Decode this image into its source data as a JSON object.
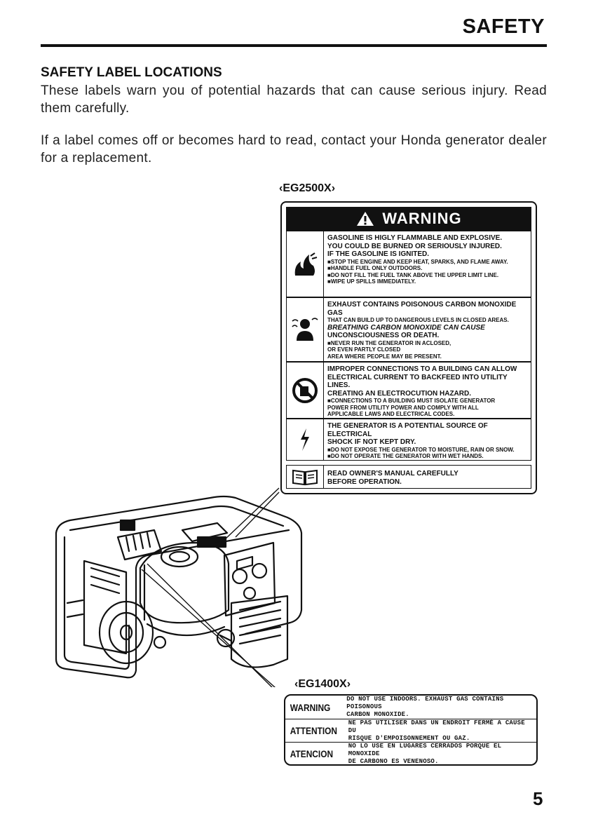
{
  "header": {
    "title": "SAFETY"
  },
  "section": {
    "title": "SAFETY LABEL LOCATIONS",
    "para1": "These labels warn you of potential hazards that can cause serious injury. Read them carefully.",
    "para2": "If a label comes off or becomes hard to read, contact your Honda generator dealer for a replacement."
  },
  "label_eg2500x": {
    "model": "‹EG2500X›",
    "heading": "WARNING",
    "rows": [
      {
        "icon": "flame-icon",
        "lines": [
          "GASOLINE IS HIGLY FLAMMABLE AND EXPLOSIVE.",
          "YOU COULD BE BURNED OR SERIOUSLY INJURED.",
          "IF THE GASOLINE IS IGNITED.",
          "■STOP THE ENGINE AND KEEP HEAT, SPARKS, AND FLAME AWAY.",
          "■HANDLE FUEL ONLY OUTDOORS.",
          "■DO NOT FILL THE FUEL TANK ABOVE THE UPPER LIMIT LINE.",
          "■WIPE UP SPILLS IMMEDIATELY."
        ]
      },
      {
        "icon": "fumes-person-icon",
        "lines": [
          "EXHAUST CONTAINS POISONOUS CARBON MONOXIDE GAS",
          "THAT CAN BUILD UP TO DANGEROUS LEVELS IN CLOSED AREAS.",
          "BREATHING CARBON MONOXIDE CAN CAUSE",
          "UNCONSCIOUSNESS OR DEATH.",
          "■NEVER RUN THE GENERATOR IN ACLOSED,",
          "OR EVEN PARTLY CLOSED",
          "AREA WHERE PEOPLE MAY BE PRESENT."
        ]
      },
      {
        "icon": "no-connection-icon",
        "lines": [
          "IMPROPER CONNECTIONS TO A BUILDING CAN ALLOW",
          "ELECTRICAL CURRENT TO BACKFEED INTO UTILITY LINES.",
          "CREATING AN ELECTROCUTION HAZARD.",
          "■CONNECTIONS TO A BUILDING MUST ISOLATE GENERATOR",
          "POWER FROM UTILITY POWER AND COMPLY WITH ALL",
          "APPLICABLE LAWS AND ELECTRICAL CODES."
        ]
      },
      {
        "icon": "lightning-bolt-icon",
        "lines": [
          "THE GENERATOR IS A POTENTIAL SOURCE OF ELECTRICAL",
          "SHOCK IF NOT KEPT DRY.",
          "■DO NOT EXPOSE THE GENERATOR TO MOISTURE, RAIN OR SNOW.",
          "■DO NOT OPERATE THE GENERATOR WITH WET HANDS."
        ]
      },
      {
        "icon": "owners-manual-icon",
        "lines": [
          "READ OWNER'S MANUAL CAREFULLY",
          "BEFORE OPERATION."
        ]
      }
    ]
  },
  "label_eg1400x": {
    "model": "‹EG1400X›",
    "rows": [
      {
        "head": "WARNING",
        "text1": "DO NOT USE INDOORS. EXHAUST GAS CONTAINS POISONOUS",
        "text2": "CARBON MONOXIDE."
      },
      {
        "head": "ATTENTION",
        "text1": "NE PAS UTILISER DANS UN ENDROIT FERMÉ A CAUSE DU",
        "text2": "RISQUE D'EMPOISONNEMENT OU GAZ."
      },
      {
        "head": "ATENCION",
        "text1": "NO LO USE EN LUGARES CERRADOS PORQUE EL MONOXIDE",
        "text2": "DE CARBONO ES VENENOSO."
      }
    ]
  },
  "page_number": "5"
}
